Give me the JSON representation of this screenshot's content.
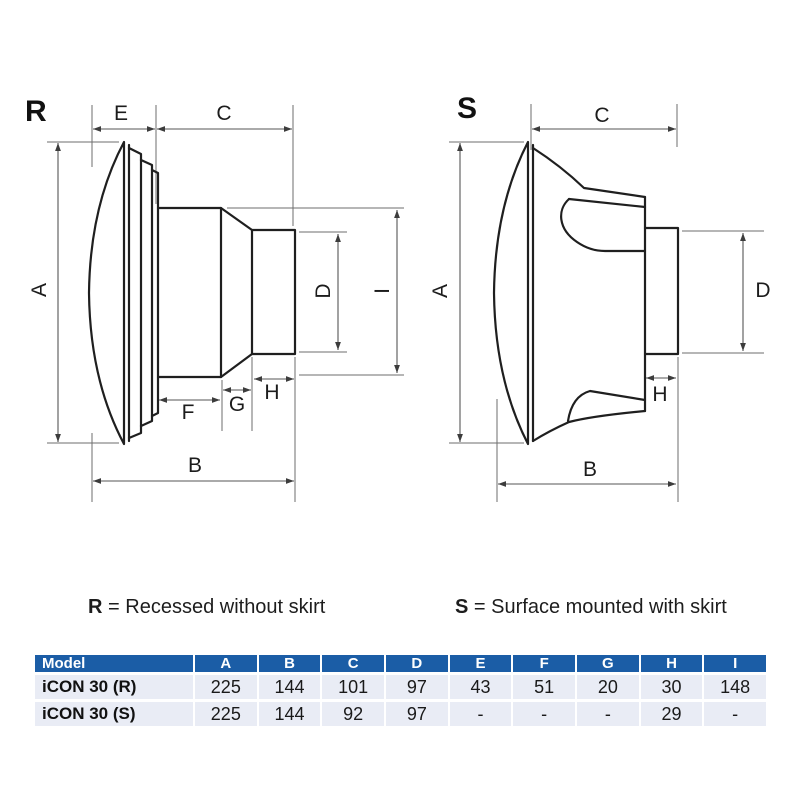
{
  "diagrams": {
    "r": {
      "title": "R",
      "labels": {
        "A": "A",
        "B": "B",
        "C": "C",
        "D": "D",
        "E": "E",
        "F": "F",
        "G": "G",
        "H": "H",
        "I": "I"
      }
    },
    "s": {
      "title": "S",
      "labels": {
        "A": "A",
        "B": "B",
        "C": "C",
        "D": "D",
        "H": "H"
      }
    }
  },
  "legend": {
    "r": {
      "key": "R",
      "text": "= Recessed without skirt"
    },
    "s": {
      "key": "S",
      "text": "= Surface mounted with skirt"
    }
  },
  "table": {
    "headers": [
      "Model",
      "A",
      "B",
      "C",
      "D",
      "E",
      "F",
      "G",
      "H",
      "I"
    ],
    "rows": [
      {
        "model": "iCON 30 (R)",
        "values": [
          "225",
          "144",
          "101",
          "97",
          "43",
          "51",
          "20",
          "30",
          "148"
        ]
      },
      {
        "model": "iCON 30 (S)",
        "values": [
          "225",
          "144",
          "92",
          "97",
          "-",
          "-",
          "-",
          "29",
          "-"
        ]
      }
    ]
  },
  "colors": {
    "table_header_bg": "#1b5da6",
    "table_header_text": "#ffffff",
    "table_row_bg": "#e9ecf5",
    "outline": "#1f1f1f",
    "dimension_line": "#565656",
    "extension_line": "#6e6e6e"
  }
}
